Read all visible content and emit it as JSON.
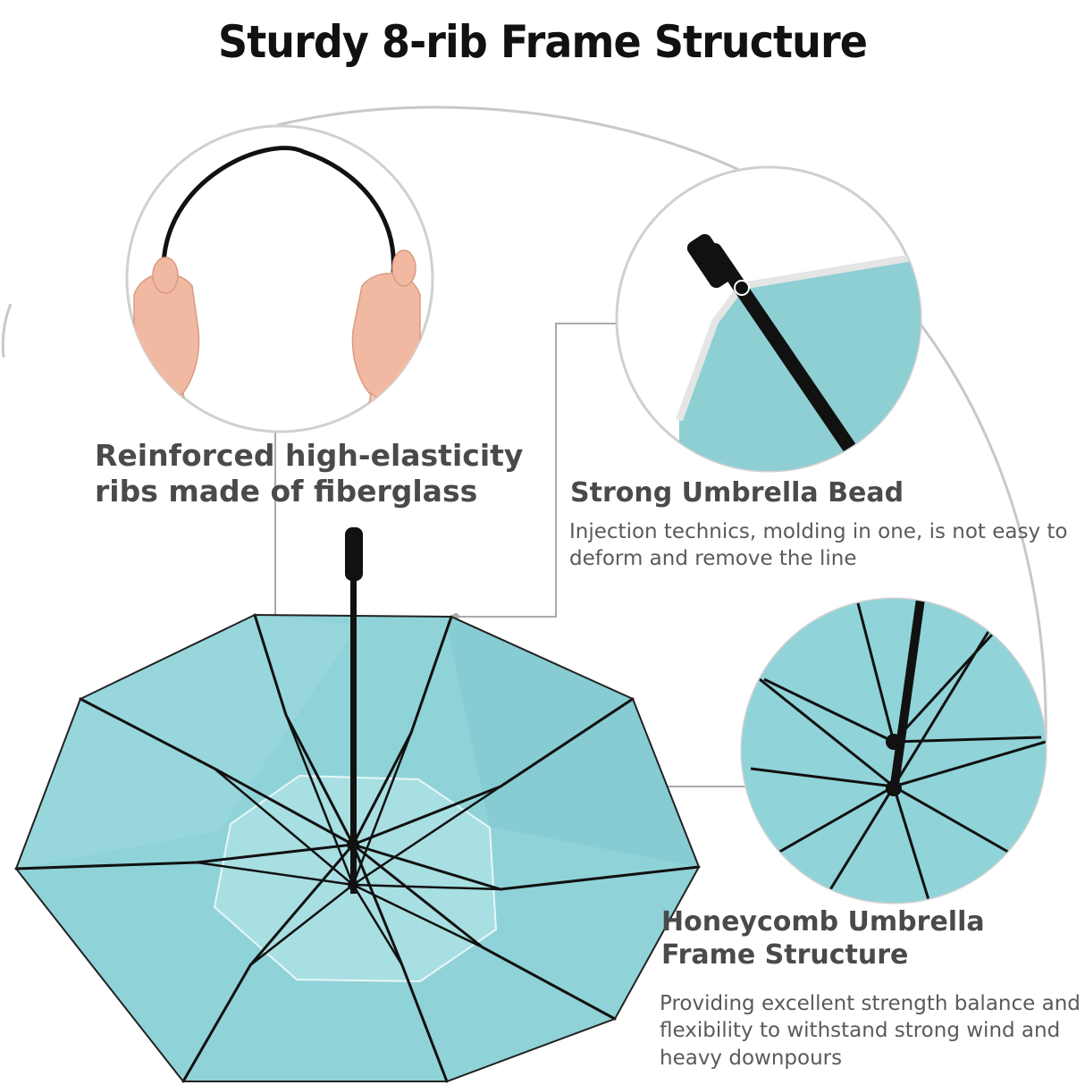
{
  "title": "Sturdy 8-rib Frame Structure",
  "features": [
    {
      "heading": "Reinforced high-elasticity ribs made of fiberglass",
      "description": ""
    },
    {
      "heading": "Strong Umbrella Bead",
      "description": "Injection technics, molding in one, is not easy to deform and remove the line"
    },
    {
      "heading": "Honeycomb Umbrella Frame Structure",
      "description": "Providing excellent strength balance and flexibility to withstand strong wind and heavy downpours"
    }
  ],
  "colors": {
    "canopy": "#8fd3d8",
    "canopy_light": "#a9e0e3",
    "frame": "#111111",
    "connector": "#aaaaaa"
  }
}
